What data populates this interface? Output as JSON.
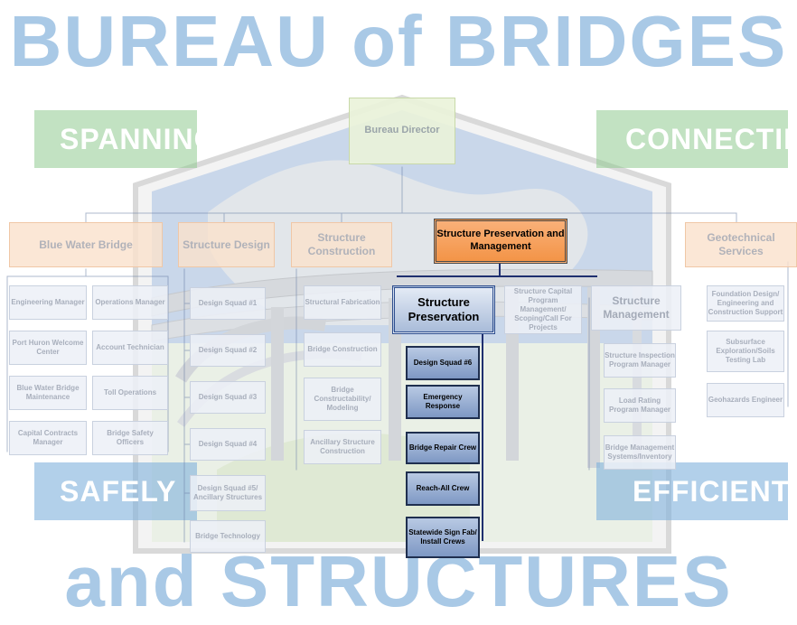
{
  "banner": {
    "title_top": "BUREAU of BRIDGES",
    "title_bottom": "and STRUCTURES",
    "band_left_top": "SPANNING",
    "band_right_top": "CONNECTING",
    "band_left_bottom": "SAFELY",
    "band_right_bottom": "EFFICIENTLY"
  },
  "colors": {
    "title_blue": "#a9c9e6",
    "band_green": "#8fca8f",
    "band_blue": "#7fb0dc",
    "active_orange": "#f39447",
    "active_blue": "#7e98c4"
  },
  "org": {
    "director": "Bureau Director",
    "divisions": {
      "blue_water_bridge": "Blue Water Bridge",
      "structure_design": "Structure Design",
      "structure_construction": "Structure Construction",
      "structure_preservation_management": "Structure Preservation and Management",
      "geotechnical_services": "Geotechnical Services"
    },
    "blue_water_left": [
      "Engineering Manager",
      "Port Huron Welcome Center",
      "Blue Water Bridge Maintenance",
      "Capital Contracts Manager"
    ],
    "blue_water_right": [
      "Operations Manager",
      "Account Technician",
      "Toll Operations",
      "Bridge Safety Officers"
    ],
    "design_units": [
      "Design Squad #1",
      "Design Squad #2",
      "Design Squad #3",
      "Design Squad #4",
      "Design Squad #5/ Ancillary Structures",
      "Bridge Technology"
    ],
    "construction_units": [
      "Structural Fabrication",
      "Bridge Construction",
      "Bridge Constructability/ Modeling",
      "Ancillary Structure Construction"
    ],
    "preservation": {
      "header": "Structure Preservation",
      "units": [
        "Design Squad #6",
        "Emergency Response",
        "Bridge Repair Crew",
        "Reach-All Crew",
        "Statewide Sign Fab/ Install Crews"
      ]
    },
    "capital_program": "Structure Capital Program Management/ Scoping/Call For Projects",
    "management": {
      "header": "Structure Management",
      "units": [
        "Structure Inspection Program Manager",
        "Load Rating Program Manager",
        "Bridge Management Systems/Inventory"
      ]
    },
    "geotech_units": [
      "Foundation Design/ Engineering and Construction Support",
      "Subsurface Exploration/Soils Testing Lab",
      "Geohazards Engineer"
    ]
  }
}
